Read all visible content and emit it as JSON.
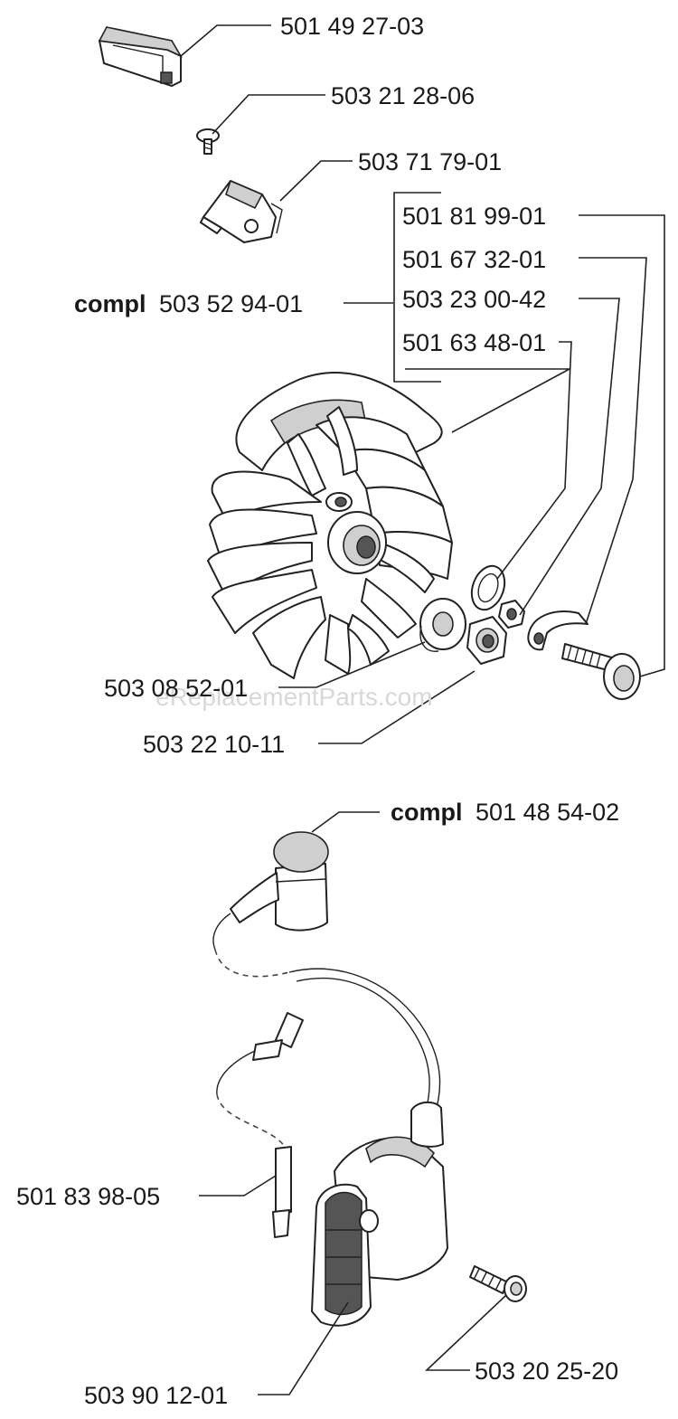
{
  "watermark": "eReplacementParts.com",
  "compl_prefix": "compl",
  "labels": {
    "p_501_49_27_03": "501 49 27-03",
    "p_503_21_28_06": "503 21 28-06",
    "p_503_71_79_01": "503 71 79-01",
    "p_501_81_99_01": "501 81 99-01",
    "p_501_67_32_01": "501 67 32-01",
    "p_503_52_94_01": "503 52 94-01",
    "p_503_23_00_42": "503 23 00-42",
    "p_501_63_48_01": "501 63 48-01",
    "p_503_08_52_01": "503 08 52-01",
    "p_503_22_10_11": "503 22 10-11",
    "p_501_48_54_02": "501 48 54-02",
    "p_501_83_98_05": "501 83 98-05",
    "p_503_90_12_01": "503 90 12-01",
    "p_503_20_25_20": "503 20 25-20"
  }
}
